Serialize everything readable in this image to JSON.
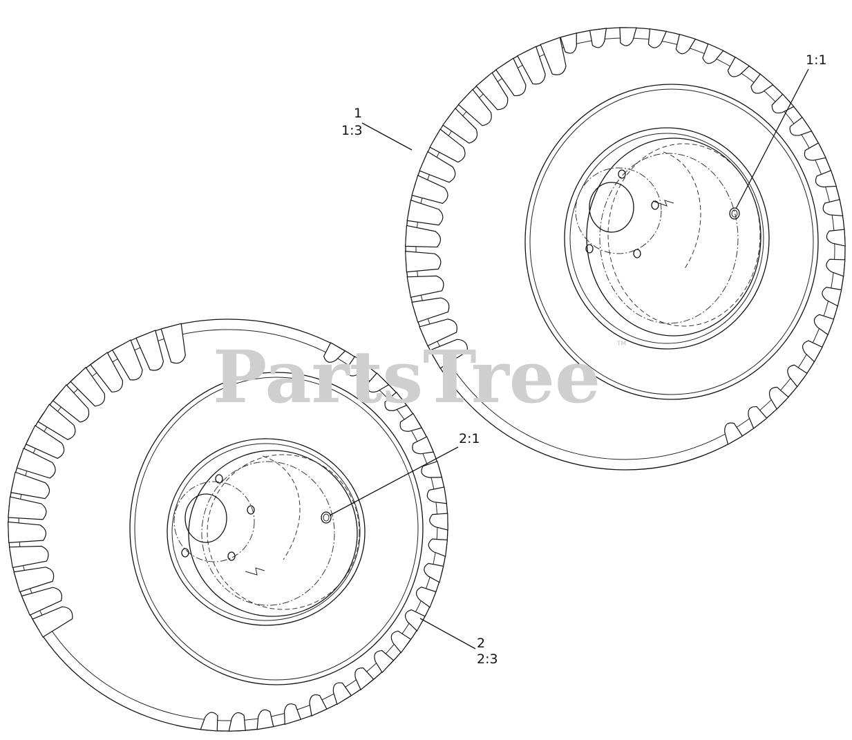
{
  "watermark": {
    "text": "PartsTree",
    "trademark": "TM"
  },
  "callouts": [
    {
      "id": "wheel-1-ref",
      "lines": [
        "1",
        "1:3"
      ]
    },
    {
      "id": "valve-1-ref",
      "lines": [
        "1:1"
      ]
    },
    {
      "id": "valve-2-ref",
      "lines": [
        "2:1"
      ]
    },
    {
      "id": "wheel-2-ref",
      "lines": [
        "2",
        "2:3"
      ]
    }
  ],
  "colors": {
    "line": "#111111",
    "background": "#ffffff",
    "watermark": "#cfcfcf"
  }
}
